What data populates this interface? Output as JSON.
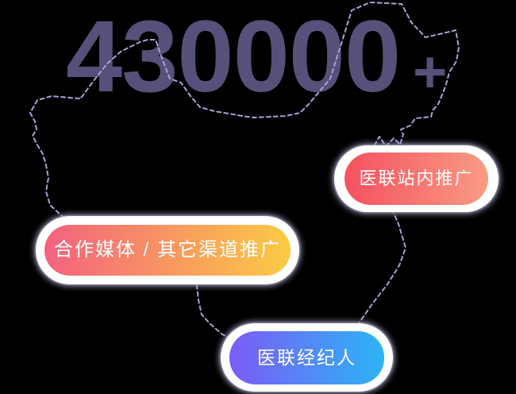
{
  "headline": {
    "number": "430000",
    "plus": "+"
  },
  "buttons": [
    {
      "id": "onsite",
      "label": "医联站内推广",
      "gradient_start": "#f5515f",
      "gradient_end": "#f99b84"
    },
    {
      "id": "media",
      "label": "合作媒体 / 其它渠道推广",
      "gradient_start": "#f4617f",
      "gradient_end": "#fbcb43"
    },
    {
      "id": "broker",
      "label": "医联经纪人",
      "gradient_start": "#7c5bf7",
      "gradient_end": "#2bb5f5"
    }
  ],
  "colors": {
    "background": "#000000",
    "headline_text": "#57507a",
    "map_outline": "#a5a2d6",
    "pill_ring": "#ffffff",
    "pill_text": "#ffffff"
  },
  "map": {
    "description": "dashed outline map of China behind headline and pills"
  }
}
